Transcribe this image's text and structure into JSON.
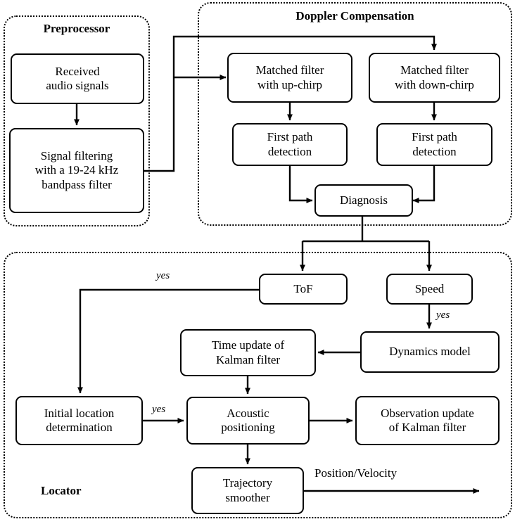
{
  "diagram": {
    "title": "Acoustic localization system block diagram",
    "groups": [
      {
        "name": "preprocessor",
        "label": "Preprocessor"
      },
      {
        "name": "doppler-compensation",
        "label": "Doppler Compensation"
      },
      {
        "name": "locator",
        "label": "Locator"
      }
    ],
    "nodes": [
      {
        "name": "received-audio-signals",
        "label": "Received\naudio signals"
      },
      {
        "name": "signal-filtering",
        "label": "Signal filtering\nwith a 19-24 kHz\nbandpass filter"
      },
      {
        "name": "matched-filter-up-chirp",
        "label": "Matched filter\nwith up-chirp"
      },
      {
        "name": "matched-filter-down-chirp",
        "label": "Matched filter\nwith down-chirp"
      },
      {
        "name": "first-path-detection-left",
        "label": "First path\ndetection"
      },
      {
        "name": "first-path-detection-right",
        "label": "First path\ndetection"
      },
      {
        "name": "diagnosis",
        "label": "Diagnosis"
      },
      {
        "name": "tof",
        "label": "ToF"
      },
      {
        "name": "speed",
        "label": "Speed"
      },
      {
        "name": "time-update-kalman-filter",
        "label": "Time update of\nKalman filter"
      },
      {
        "name": "dynamics-model",
        "label": "Dynamics model"
      },
      {
        "name": "initial-location-determination",
        "label": "Initial location\ndetermination"
      },
      {
        "name": "acoustic-positioning",
        "label": "Acoustic\npositioning"
      },
      {
        "name": "observation-update-kalman-filter",
        "label": "Observation update\nof Kalman filter"
      },
      {
        "name": "trajectory-smoother",
        "label": "Trajectory\nsmoother"
      }
    ],
    "edge_labels": [
      {
        "name": "tof-feedback-yes",
        "label": "yes"
      },
      {
        "name": "speed-to-dynamics-yes",
        "label": "yes"
      },
      {
        "name": "initial-location-yes",
        "label": "yes"
      }
    ],
    "flow_labels": [
      {
        "name": "output-position-velocity",
        "label": "Position/Velocity"
      }
    ],
    "colors": {
      "stroke": "#000000",
      "background": "#ffffff"
    }
  }
}
